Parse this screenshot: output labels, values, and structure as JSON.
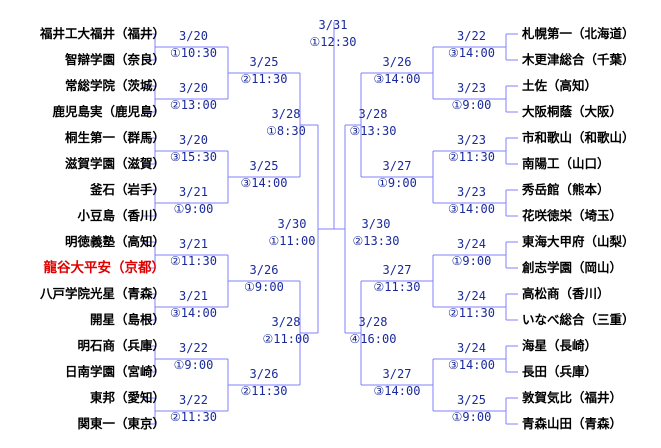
{
  "colors": {
    "line": "#8080ff",
    "schedule_text": "#1a2a9a",
    "team_text": "#000000",
    "highlight": "#e00000"
  },
  "left_teams": [
    "福井工大福井（福井）",
    "智辯学園（奈良）",
    "常総学院（茨城）",
    "鹿児島実（鹿児島）",
    "桐生第一（群馬）",
    "滋賀学園（滋賀）",
    "釜石（岩手）",
    "小豆島（香川）",
    "明徳義塾（高知）",
    "龍谷大平安（京都）",
    "八戸学院光星（青森）",
    "開星（島根）",
    "明石商（兵庫）",
    "日南学園（宮崎）",
    "東邦（愛知）",
    "関東一（東京）"
  ],
  "right_teams": [
    "札幌第一（北海道）",
    "木更津総合（千葉）",
    "土佐（高知）",
    "大阪桐蔭（大阪）",
    "市和歌山（和歌山）",
    "南陽工（山口）",
    "秀岳館（熊本）",
    "花咲徳栄（埼玉）",
    "東海大甲府（山梨）",
    "創志学園（岡山）",
    "高松商（香川）",
    "いなべ総合（三重）",
    "海星（長崎）",
    "長田（兵庫）",
    "敦賀気比（福井）",
    "青森山田（青森）"
  ],
  "highlight_team": "龍谷大平安（京都）",
  "schedule": {
    "left_r1": [
      {
        "date": "3/20",
        "time": "①10:30"
      },
      {
        "date": "3/20",
        "time": "②13:00"
      },
      {
        "date": "3/20",
        "time": "③15:30"
      },
      {
        "date": "3/21",
        "time": "①9:00"
      },
      {
        "date": "3/21",
        "time": "②11:30"
      },
      {
        "date": "3/21",
        "time": "③14:00"
      },
      {
        "date": "3/22",
        "time": "①9:00"
      },
      {
        "date": "3/22",
        "time": "②11:30"
      }
    ],
    "left_r2": [
      {
        "date": "3/25",
        "time": "②11:30"
      },
      {
        "date": "3/25",
        "time": "③14:00"
      },
      {
        "date": "3/26",
        "time": "①9:00"
      },
      {
        "date": "3/26",
        "time": "②11:30"
      }
    ],
    "left_qf": [
      {
        "date": "3/28",
        "time": "①8:30"
      },
      {
        "date": "3/28",
        "time": "②11:00"
      }
    ],
    "left_sf": {
      "date": "3/30",
      "time": "①11:00"
    },
    "final": {
      "date": "3/31",
      "time": "①12:30"
    },
    "right_sf": {
      "date": "3/30",
      "time": "②13:30"
    },
    "right_qf": [
      {
        "date": "3/28",
        "time": "③13:30"
      },
      {
        "date": "3/28",
        "time": "④16:00"
      }
    ],
    "right_r2": [
      {
        "date": "3/26",
        "time": "③14:00"
      },
      {
        "date": "3/27",
        "time": "①9:00"
      },
      {
        "date": "3/27",
        "time": "②11:30"
      },
      {
        "date": "3/27",
        "time": "③14:00"
      }
    ],
    "right_r1": [
      {
        "date": "3/22",
        "time": "③14:00"
      },
      {
        "date": "3/23",
        "time": "①9:00"
      },
      {
        "date": "3/23",
        "time": "②11:30"
      },
      {
        "date": "3/23",
        "time": "③14:00"
      },
      {
        "date": "3/24",
        "time": "①9:00"
      },
      {
        "date": "3/24",
        "time": "②11:30"
      },
      {
        "date": "3/24",
        "time": "③14:00"
      },
      {
        "date": "3/25",
        "time": "①9:00"
      }
    ]
  }
}
